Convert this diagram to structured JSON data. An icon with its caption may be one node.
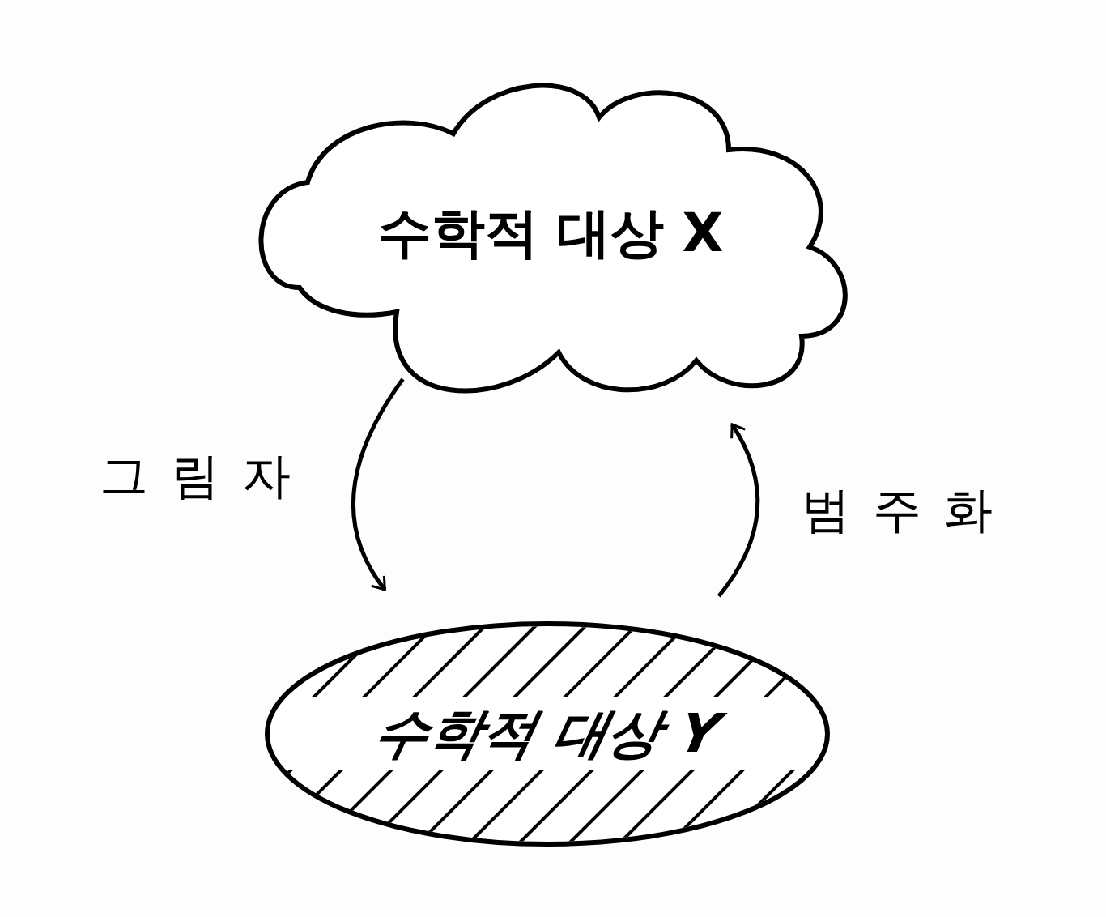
{
  "diagram": {
    "nodes": [
      {
        "text": [
          "수학적 대상 X"
        ]
      },
      {
        "text": [
          "수학적 대상 Y"
        ]
      }
    ],
    "edges": [
      {
        "from": 0,
        "to": 1,
        "arrow": "to",
        "label": "그림자"
      },
      {
        "from": 1,
        "to": 0,
        "arrow": "to",
        "label": "범주화"
      }
    ]
  }
}
